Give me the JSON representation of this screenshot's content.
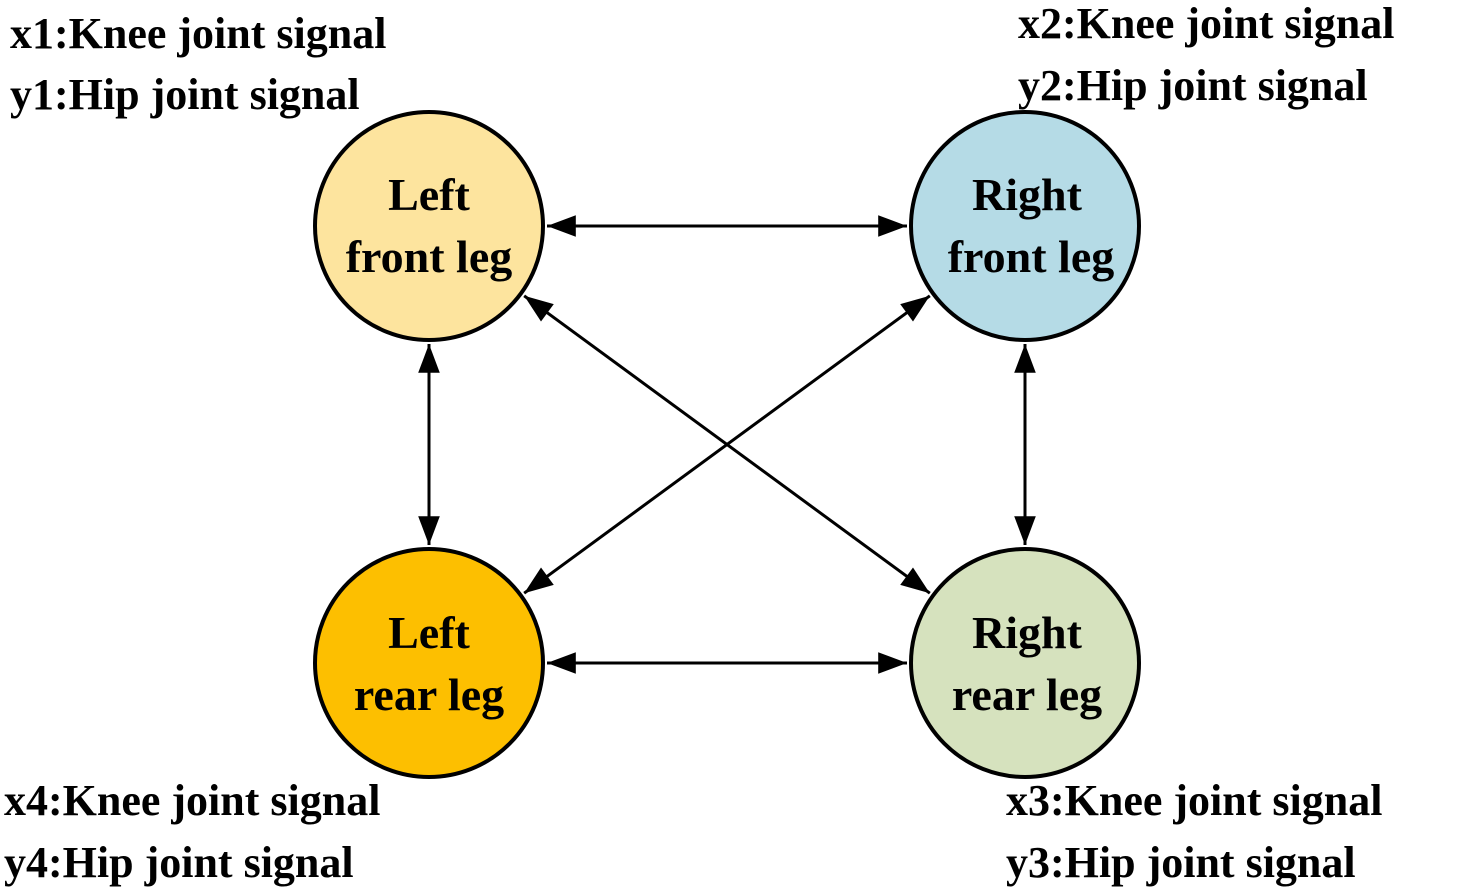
{
  "nodes": {
    "left_front": {
      "line1": "Left",
      "line2": "front leg",
      "color": "#FDE49E",
      "signals": {
        "x": "x1:Knee joint signal",
        "y": "y1:Hip joint signal"
      }
    },
    "right_front": {
      "line1": "Right",
      "line2": "front leg",
      "color": "#B5DBE6",
      "signals": {
        "x": "x2:Knee joint signal",
        "y": "y2:Hip joint signal"
      }
    },
    "right_rear": {
      "line1": "Right",
      "line2": "rear leg",
      "color": "#D6E2BE",
      "signals": {
        "x": "x3:Knee joint signal",
        "y": "y3:Hip joint signal"
      }
    },
    "left_rear": {
      "line1": "Left",
      "line2": "rear leg",
      "color": "#FDBF00",
      "signals": {
        "x": "x4:Knee joint signal",
        "y": "y4:Hip joint signal"
      }
    }
  },
  "edges": [
    {
      "from": "left_front",
      "to": "right_front",
      "bidirectional": true
    },
    {
      "from": "left_rear",
      "to": "right_rear",
      "bidirectional": true
    },
    {
      "from": "left_front",
      "to": "left_rear",
      "bidirectional": true
    },
    {
      "from": "right_front",
      "to": "right_rear",
      "bidirectional": true
    },
    {
      "from": "left_front",
      "to": "right_rear",
      "bidirectional": true
    },
    {
      "from": "right_front",
      "to": "left_rear",
      "bidirectional": true
    }
  ]
}
